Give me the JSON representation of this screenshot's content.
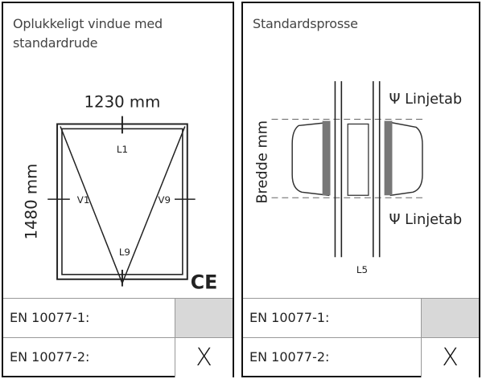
{
  "left_panel": {
    "title": "Oplukkeligt vindue med standardrude",
    "width_label": "1230 mm",
    "height_label": "1480 mm",
    "labels": {
      "top": "L1",
      "left": "V1",
      "right": "V9",
      "bottom": "L9"
    },
    "mark": "CE",
    "rows": [
      {
        "label": "EN 10077-1:",
        "value": ""
      },
      {
        "label": "EN 10077-2:",
        "value": "X"
      }
    ]
  },
  "right_panel": {
    "title": "Standardsprosse",
    "side_label": "Bredde mm",
    "psi_top": "Ψ Linjetab",
    "psi_bottom": "Ψ Linjetab",
    "bottom_label": "L5",
    "rows": [
      {
        "label": "EN 10077-1:",
        "value": ""
      },
      {
        "label": "EN 10077-2:",
        "value": "X"
      }
    ]
  }
}
